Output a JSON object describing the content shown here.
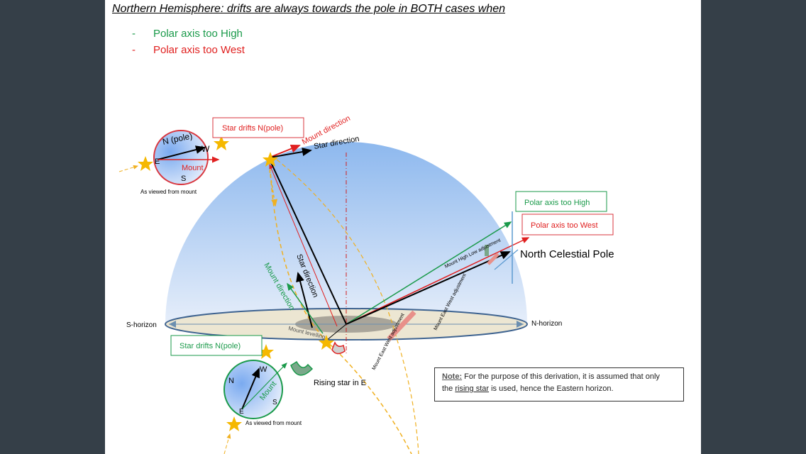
{
  "title": "Northern Hemisphere: drifts are always towards the pole in BOTH cases when",
  "bullets": [
    {
      "dash": "-",
      "text": "Polar axis too High",
      "color": "#1a9a4a"
    },
    {
      "dash": "-",
      "text": "Polar axis too West",
      "color": "#e0201f"
    }
  ],
  "diagram": {
    "top_circle": {
      "n": "N (pole)",
      "w": "W",
      "e": "E",
      "s": "S",
      "mount": "Mount",
      "caption": "As viewed from mount"
    },
    "top_box": "Star drifts N(pole)",
    "mount_direction_top": "Mount direction",
    "star_direction_top": "Star direction",
    "polar_high_box": "Polar axis too High",
    "polar_west_box": "Polar axis too West",
    "ncp": "North Celestial Pole",
    "high_low_adj": "Mount High Low adjustment",
    "east_west_adj_1": "Mount East West adjustment",
    "east_west_adj_2": "Mount East West adjustment",
    "star_direction_mid": "Star direction",
    "mount_direction_mid": "Mount direction",
    "mount_level": "Mount levelling",
    "s_horizon": "S-horizon",
    "n_horizon": "N-horizon",
    "bottom_box": "Star drifts N(pole)",
    "bottom_circle": {
      "n": "N",
      "w": "W",
      "e": "E",
      "s": "S",
      "mount": "Mount",
      "caption": "As viewed from mount"
    },
    "rising_star": "Rising star in E"
  },
  "note": {
    "label": "Note:",
    "text1": " For the purpose of this derivation, it is assumed that only",
    "text2a": "the ",
    "text2b": "rising star",
    "text2c": " is used, hence the Eastern horizon."
  }
}
